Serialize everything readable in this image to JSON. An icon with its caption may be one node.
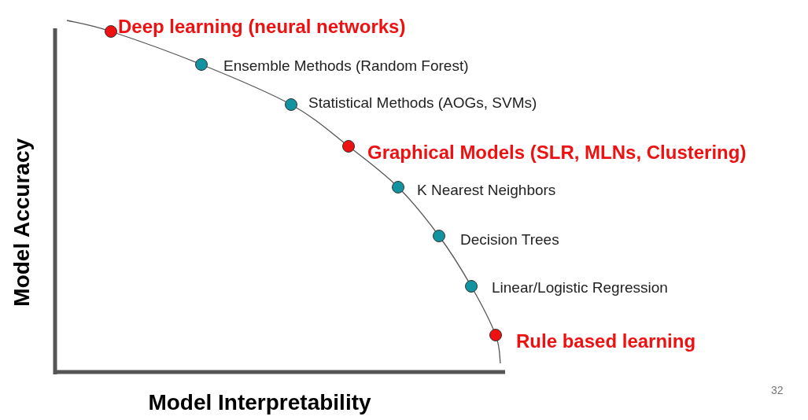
{
  "diagram": {
    "nodes": [
      {
        "text": [
          "Deep learning (neural networks)"
        ]
      },
      {
        "text": [
          "Ensemble Methods (Random Forest)"
        ]
      },
      {
        "text": [
          "Statistical Methods (AOGs, SVMs)"
        ]
      },
      {
        "text": [
          "Graphical Models (SLR, MLNs, Clustering)"
        ]
      },
      {
        "text": [
          "K Nearest Neighbors"
        ]
      },
      {
        "text": [
          "Decision Trees"
        ]
      },
      {
        "text": [
          "Linear/Logistic Regression"
        ]
      },
      {
        "text": [
          "Rule based learning"
        ]
      }
    ],
    "edges": [],
    "labels": [
      "Model Accuracy",
      "Model Interpretability",
      "32"
    ]
  }
}
